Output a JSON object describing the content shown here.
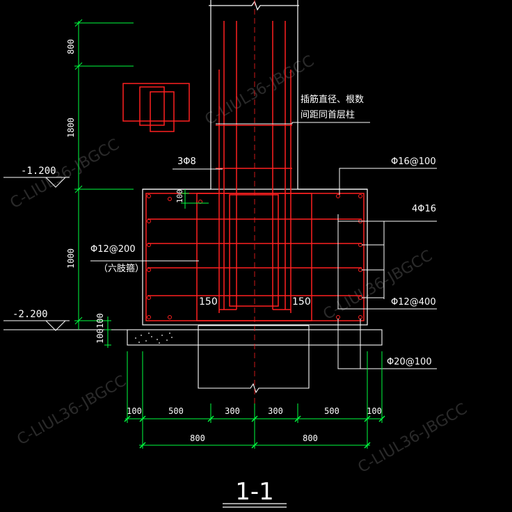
{
  "elevations": {
    "top": "-1.200",
    "bottom": "-2.200"
  },
  "vertical_dims": {
    "d800": "800",
    "d1800": "1800",
    "d1000": "1000",
    "d100a": "100",
    "d100b": "100",
    "d100_inner": "100"
  },
  "horizontal_dims": {
    "row1": [
      "100",
      "500",
      "300",
      "300",
      "500",
      "100"
    ],
    "row2": [
      "800",
      "800"
    ]
  },
  "annotations": {
    "dowel_note_line1": "插筋直径、根数",
    "dowel_note_line2": "间距同首层柱",
    "stirrup_3": "3Φ8",
    "top_bars": "Φ16@100",
    "side_bars": "4Φ16",
    "side_stirrup": "Φ12@200",
    "side_stirrup_note": "（六肢箍）",
    "side_tie": "Φ12@400",
    "bottom_bars": "Φ20@100",
    "offset_left": "150",
    "offset_right": "150"
  },
  "section_label": "1-1",
  "watermark": "C-LIUL36-JBGCC",
  "colors": {
    "background": "#000000",
    "outline": "#ffffff",
    "rebar": "#ff2020",
    "dimension": "#00ff40",
    "text": "#ffffff"
  }
}
